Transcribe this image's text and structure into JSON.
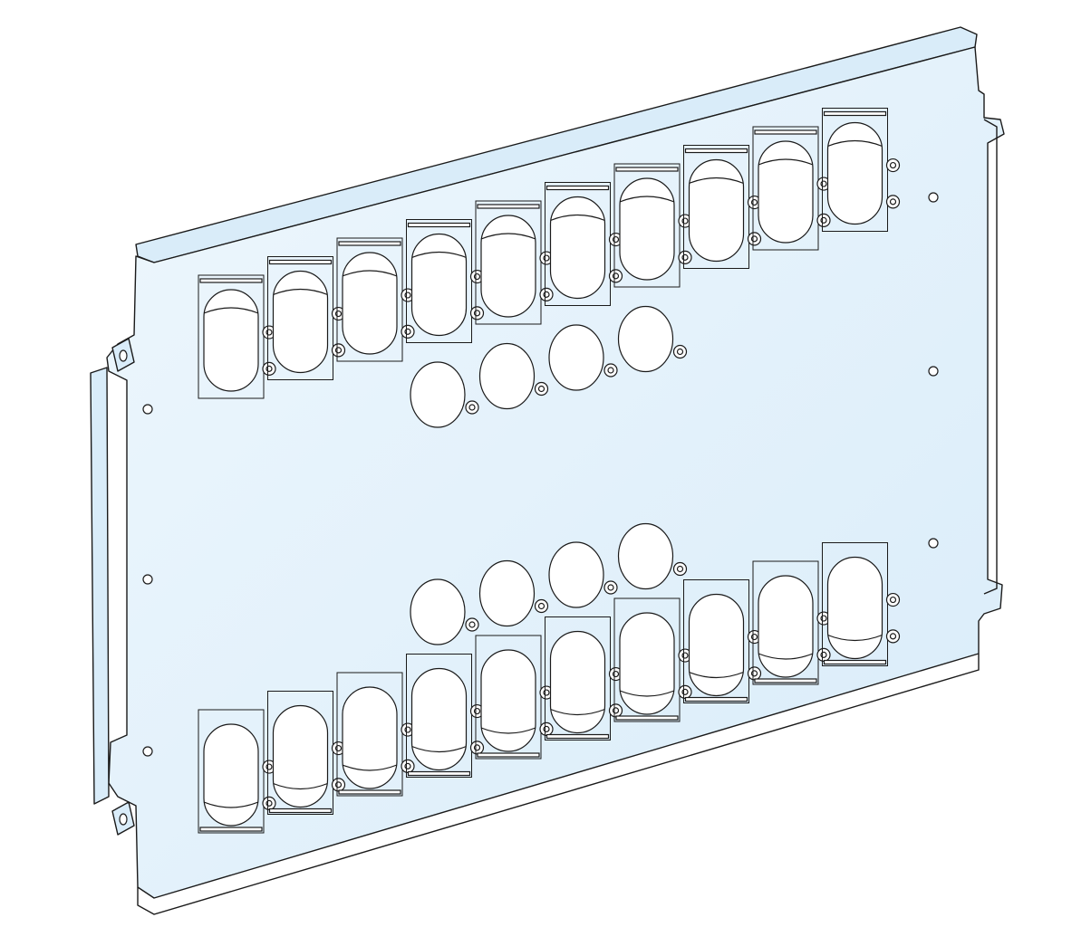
{
  "drawing": {
    "subject": "mounting-plate",
    "colors": {
      "plate_fill": "#d9ecf9",
      "plate_highlight": "#eef7fd",
      "outline": "#1a1a1a",
      "cutout_fill": "#ffffff"
    },
    "cutouts": {
      "top_slot_count": 10,
      "bottom_slot_count": 10,
      "top_round_hole_count": 4,
      "bottom_round_hole_count": 4
    }
  }
}
